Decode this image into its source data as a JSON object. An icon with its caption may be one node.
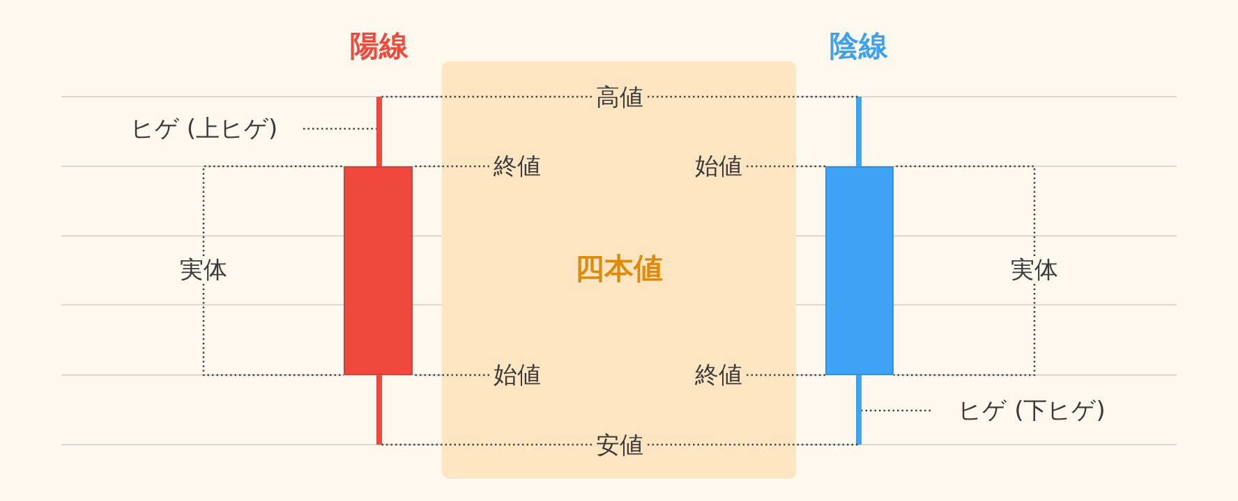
{
  "diagram": {
    "nodes": [
      {
        "text": [],
        "shape": "bar"
      },
      {
        "text": [],
        "shape": "box"
      },
      {
        "text": [],
        "shape": "bar"
      },
      {
        "text": [],
        "shape": "bar"
      },
      {
        "text": [],
        "shape": "box"
      },
      {
        "text": [],
        "shape": "bar"
      },
      {
        "text": [
          "四本値"
        ]
      },
      {
        "text": [
          "高値"
        ],
        "in": 6
      },
      {
        "text": [
          "終値"
        ],
        "in": 6
      },
      {
        "text": [
          "始値"
        ],
        "in": 6
      },
      {
        "text": [
          "始値"
        ],
        "in": 6
      },
      {
        "text": [
          "終値"
        ],
        "in": 6
      },
      {
        "text": [
          "安値"
        ],
        "in": 6
      },
      {
        "text": [
          "ヒゲ (上ヒゲ)"
        ]
      },
      {
        "text": [
          "ヒゲ (下ヒゲ)"
        ]
      },
      {
        "text": [
          "実体"
        ]
      },
      {
        "text": [
          "実体"
        ]
      }
    ],
    "edges": [
      {
        "from": 7,
        "to": 0,
        "arrow": "none"
      },
      {
        "from": 7,
        "to": 3,
        "arrow": "none"
      },
      {
        "from": 8,
        "to": 1,
        "arrow": "none"
      },
      {
        "from": 9,
        "to": 4,
        "arrow": "none"
      },
      {
        "from": 10,
        "to": 1,
        "arrow": "none"
      },
      {
        "from": 11,
        "to": 4,
        "arrow": "none"
      },
      {
        "from": 12,
        "to": 2,
        "arrow": "none"
      },
      {
        "from": 12,
        "to": 5,
        "arrow": "none"
      },
      {
        "from": 13,
        "to": 0,
        "arrow": "none"
      },
      {
        "from": 14,
        "to": 5,
        "arrow": "none"
      },
      {
        "from": 15,
        "to": 1,
        "arrow": "none"
      },
      {
        "from": 15,
        "to": 1,
        "arrow": "none"
      },
      {
        "from": 16,
        "to": 4,
        "arrow": "none"
      },
      {
        "from": 16,
        "to": 4,
        "arrow": "none"
      }
    ],
    "labels": [
      "陽線",
      "陰線"
    ]
  }
}
